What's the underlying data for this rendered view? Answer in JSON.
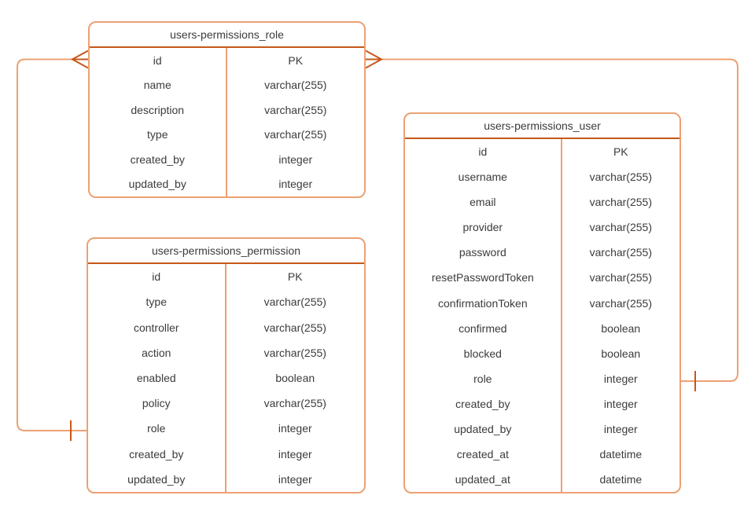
{
  "colors": {
    "line_dark": "#C7571A",
    "line_light": "#ECA173",
    "text": "#3B3B3B",
    "background": "#FFFFFF"
  },
  "tables": [
    {
      "title": "users-permissions_role",
      "rows": [
        {
          "field": "id",
          "type": "PK"
        },
        {
          "field": "name",
          "type": "varchar(255)"
        },
        {
          "field": "description",
          "type": "varchar(255)"
        },
        {
          "field": "type",
          "type": "varchar(255)"
        },
        {
          "field": "created_by",
          "type": "integer"
        },
        {
          "field": "updated_by",
          "type": "integer"
        }
      ]
    },
    {
      "title": "users-permissions_permission",
      "rows": [
        {
          "field": "id",
          "type": "PK"
        },
        {
          "field": "type",
          "type": "varchar(255)"
        },
        {
          "field": "controller",
          "type": "varchar(255)"
        },
        {
          "field": "action",
          "type": "varchar(255)"
        },
        {
          "field": "enabled",
          "type": "boolean"
        },
        {
          "field": "policy",
          "type": "varchar(255)"
        },
        {
          "field": "role",
          "type": "integer"
        },
        {
          "field": "created_by",
          "type": "integer"
        },
        {
          "field": "updated_by",
          "type": "integer"
        }
      ]
    },
    {
      "title": "users-permissions_user",
      "rows": [
        {
          "field": "id",
          "type": "PK"
        },
        {
          "field": "username",
          "type": "varchar(255)"
        },
        {
          "field": "email",
          "type": "varchar(255)"
        },
        {
          "field": "provider",
          "type": "varchar(255)"
        },
        {
          "field": "password",
          "type": "varchar(255)"
        },
        {
          "field": "resetPasswordToken",
          "type": "varchar(255)"
        },
        {
          "field": "confirmationToken",
          "type": "varchar(255)"
        },
        {
          "field": "confirmed",
          "type": "boolean"
        },
        {
          "field": "blocked",
          "type": "boolean"
        },
        {
          "field": "role",
          "type": "integer"
        },
        {
          "field": "created_by",
          "type": "integer"
        },
        {
          "field": "updated_by",
          "type": "integer"
        },
        {
          "field": "created_at",
          "type": "datetime"
        },
        {
          "field": "updated_at",
          "type": "datetime"
        }
      ]
    }
  ],
  "relationships": [
    {
      "from_table": "users-permissions_role",
      "from_field": "id",
      "from_marker": "many-crow-foot",
      "to_table": "users-permissions_permission",
      "to_field": "role",
      "to_marker": "one-tick"
    },
    {
      "from_table": "users-permissions_role",
      "from_field": "id",
      "from_marker": "many-crow-foot",
      "to_table": "users-permissions_user",
      "to_field": "role",
      "to_marker": "one-tick"
    }
  ]
}
